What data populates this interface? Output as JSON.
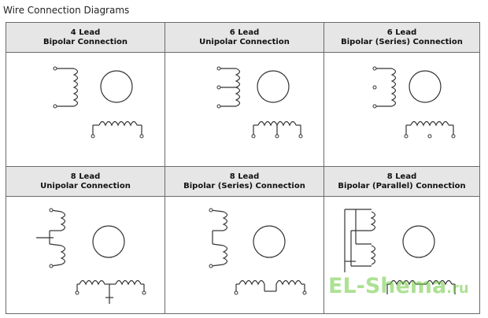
{
  "title": "Wire Connection Diagrams",
  "cells": [
    {
      "lead": "4 Lead",
      "connection": "Bipolar Connection"
    },
    {
      "lead": "6 Lead",
      "connection": "Unipolar Connection"
    },
    {
      "lead": "6 Lead",
      "connection": "Bipolar (Series) Connection"
    },
    {
      "lead": "8 Lead",
      "connection": "Unipolar Connection"
    },
    {
      "lead": "8 Lead",
      "connection": "Bipolar (Series) Connection"
    },
    {
      "lead": "8 Lead",
      "connection": "Bipolar (Parallel) Connection"
    }
  ],
  "watermark": {
    "main": "EL-Shema",
    "tld": ".ru",
    "color": "#69c83c"
  },
  "colors": {
    "line": "#333333",
    "border": "#6a6a6a",
    "header_bg": "#e6e6e6"
  }
}
